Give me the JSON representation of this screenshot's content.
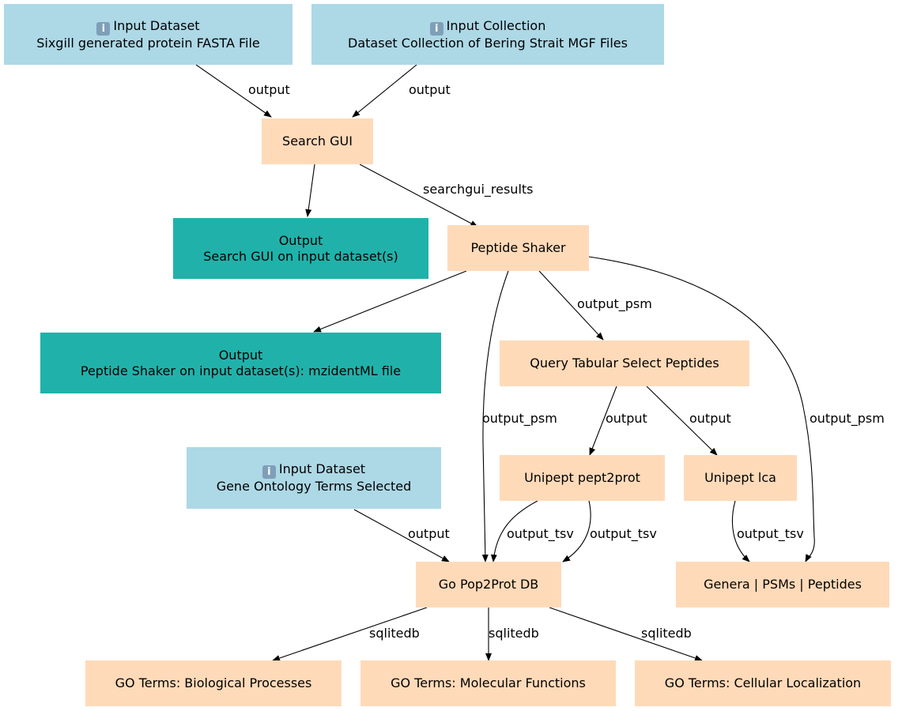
{
  "nodes": {
    "input_fasta": {
      "line1": "Input Dataset",
      "line2": "Sixgill generated protein FASTA File",
      "icon": "info-icon"
    },
    "input_collection": {
      "line1": "Input Collection",
      "line2": "Dataset Collection of Bering Strait MGF Files",
      "icon": "info-icon"
    },
    "search_gui": {
      "label": "Search GUI"
    },
    "output_search_gui": {
      "line1": "Output",
      "line2": "Search GUI on input dataset(s)"
    },
    "peptide_shaker": {
      "label": "Peptide Shaker"
    },
    "output_peptide_shaker": {
      "line1": "Output",
      "line2": "Peptide Shaker on input dataset(s): mzidentML file"
    },
    "query_tabular": {
      "label": "Query Tabular Select Peptides"
    },
    "input_go": {
      "line1": "Input Dataset",
      "line2": "Gene Ontology Terms Selected",
      "icon": "info-icon"
    },
    "unipept_pept2prot": {
      "label": "Unipept pept2prot"
    },
    "unipept_lca": {
      "label": "Unipept lca"
    },
    "go_pop2prot": {
      "label": "Go Pop2Prot DB"
    },
    "genera": {
      "label": "Genera | PSMs | Peptides"
    },
    "go_bio": {
      "label": "GO Terms: Biological Processes"
    },
    "go_mol": {
      "label": "GO Terms: Molecular Functions"
    },
    "go_cell": {
      "label": "GO Terms: Cellular Localization"
    }
  },
  "edge_labels": {
    "fasta_to_search": "output",
    "collection_to_search": "output",
    "search_to_shaker": "searchgui_results",
    "shaker_to_query": "output_psm",
    "shaker_to_gopop": "output_psm",
    "shaker_to_genera": "output_psm",
    "query_to_pept2prot": "output",
    "query_to_lca": "output",
    "go_to_gopop": "output",
    "pept2prot_to_gopop": "output_tsv",
    "pept2prot_to_gopop_2": "output_tsv",
    "lca_to_genera": "output_tsv",
    "gopop_to_bio": "sqlitedb",
    "gopop_to_mol": "sqlitedb",
    "gopop_to_cell": "sqlitedb"
  },
  "colors": {
    "input": "#add8e6",
    "tool": "#ffdab9",
    "output": "#20b2aa",
    "edge": "#000000"
  }
}
